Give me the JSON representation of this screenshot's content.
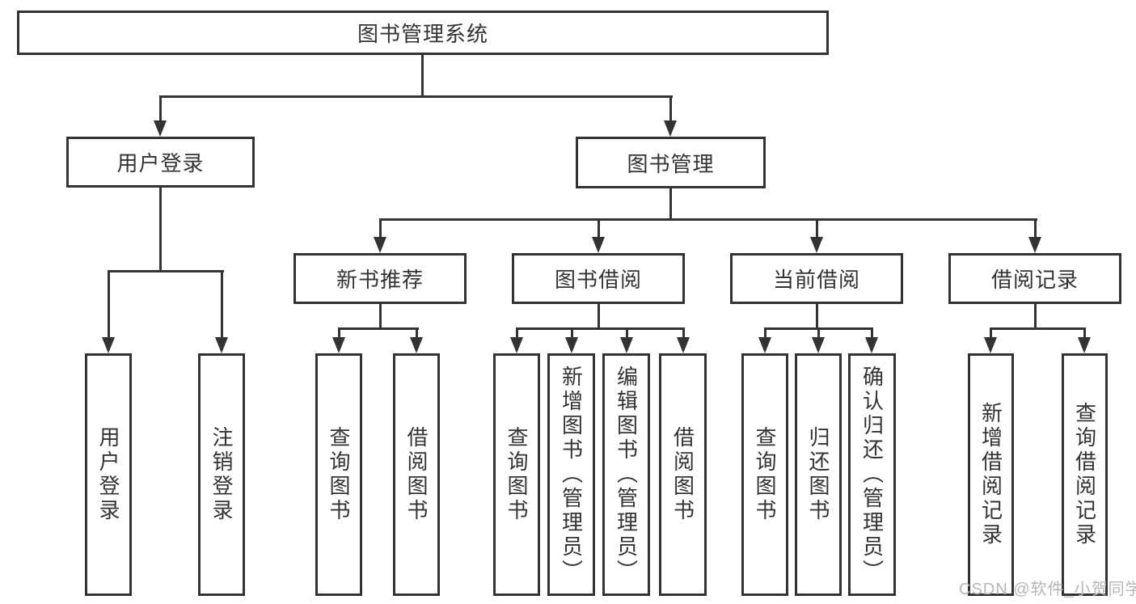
{
  "tree": {
    "root": "图书管理系统",
    "level2": [
      "用户登录",
      "图书管理"
    ],
    "level3": [
      "新书推荐",
      "图书借阅",
      "当前借阅",
      "借阅记录"
    ],
    "leaves": {
      "user_login": [
        "用户登录",
        "注销登录"
      ],
      "new_book": [
        "查询图书",
        "借阅图书"
      ],
      "borrow": [
        "查询图书",
        "新增图书（管理员）",
        "编辑图书（管理员）",
        "借阅图书"
      ],
      "current": [
        "查询图书",
        "归还图书",
        "确认归还（管理员）"
      ],
      "records": [
        "新增借阅记录",
        "查询借阅记录"
      ]
    }
  },
  "watermark": "CSDN @软件_小贺同学",
  "colors": {
    "line": "#333333",
    "text": "#333333",
    "watermark": "#b4b6b9",
    "background": "#ffffff"
  }
}
